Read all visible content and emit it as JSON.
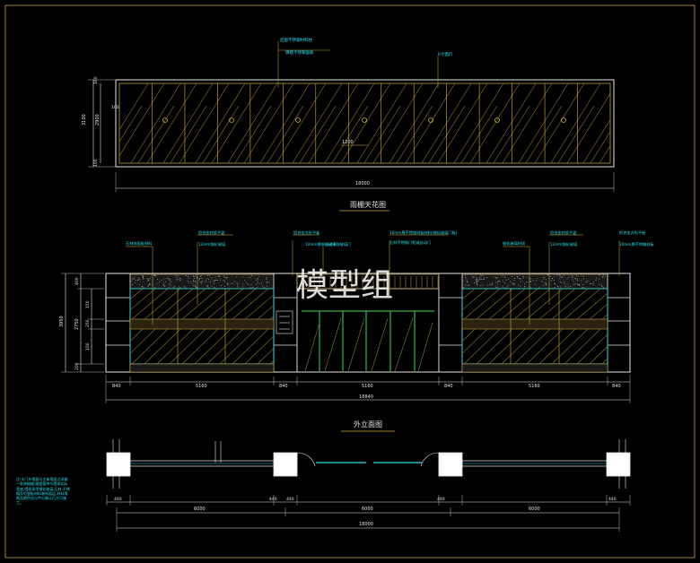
{
  "colors": {
    "background": "#000000",
    "frame": "#c8a040",
    "line_white": "#e6e6e6",
    "line_yellow": "#d4b23a",
    "glass_hatch": "#8c7a3a",
    "cyan": "#29e0f0",
    "green": "#3cdc5a",
    "watermark": "#ffffff"
  },
  "top_view": {
    "notes": [
      "后面不锈钢材料柱",
      "镀膜不锈钢面板",
      "6寸面灯"
    ],
    "dims_left": [
      "3100",
      "2900",
      "100",
      "100"
    ],
    "inner_dim": "100",
    "spacing_dim": "1200",
    "bottom_dim": "18000",
    "title": "雨棚天花图"
  },
  "elevation": {
    "notes_left": [
      "石材饰面板材料",
      "铝合金材质平盖",
      "12mm钢化玻璃"
    ],
    "notes_mid": [
      "铝合金方形平板",
      "10mm厚钢化玻璃",
      "自动平移玻璃门",
      "10mm厚不锈钢材板材料(钢化玻璃门板)",
      "石材不锈钢门框或自动门"
    ],
    "notes_right": [
      "钢化玻璃材质",
      "铝合金材质平盖",
      "12mm钢化玻璃",
      "铝合金方形平板",
      "10mm厚不锈钢材板"
    ],
    "dims_left": [
      "3950",
      "2750",
      "400",
      "150",
      "250",
      "150",
      "200"
    ],
    "dims_bottom": [
      "840",
      "5160",
      "840",
      "5160",
      "840",
      "5160",
      "840"
    ],
    "total": "18840",
    "title": "外立面图"
  },
  "plan": {
    "dims_small": [
      "440",
      "440",
      "440",
      "440",
      "440"
    ],
    "dims_bays": [
      "6000",
      "6000",
      "6000"
    ],
    "total": "18000"
  },
  "notes_block": "注:大门外墙面与主体墙面之间做一条伸缩缝,缝宽保持与墙体实际宽度,墙面采用钢化玻璃,石材,不锈钢及铝塑板材料装饰面层,材料规格及颜色须与甲方确认后方可施工。",
  "watermark": "模型组"
}
